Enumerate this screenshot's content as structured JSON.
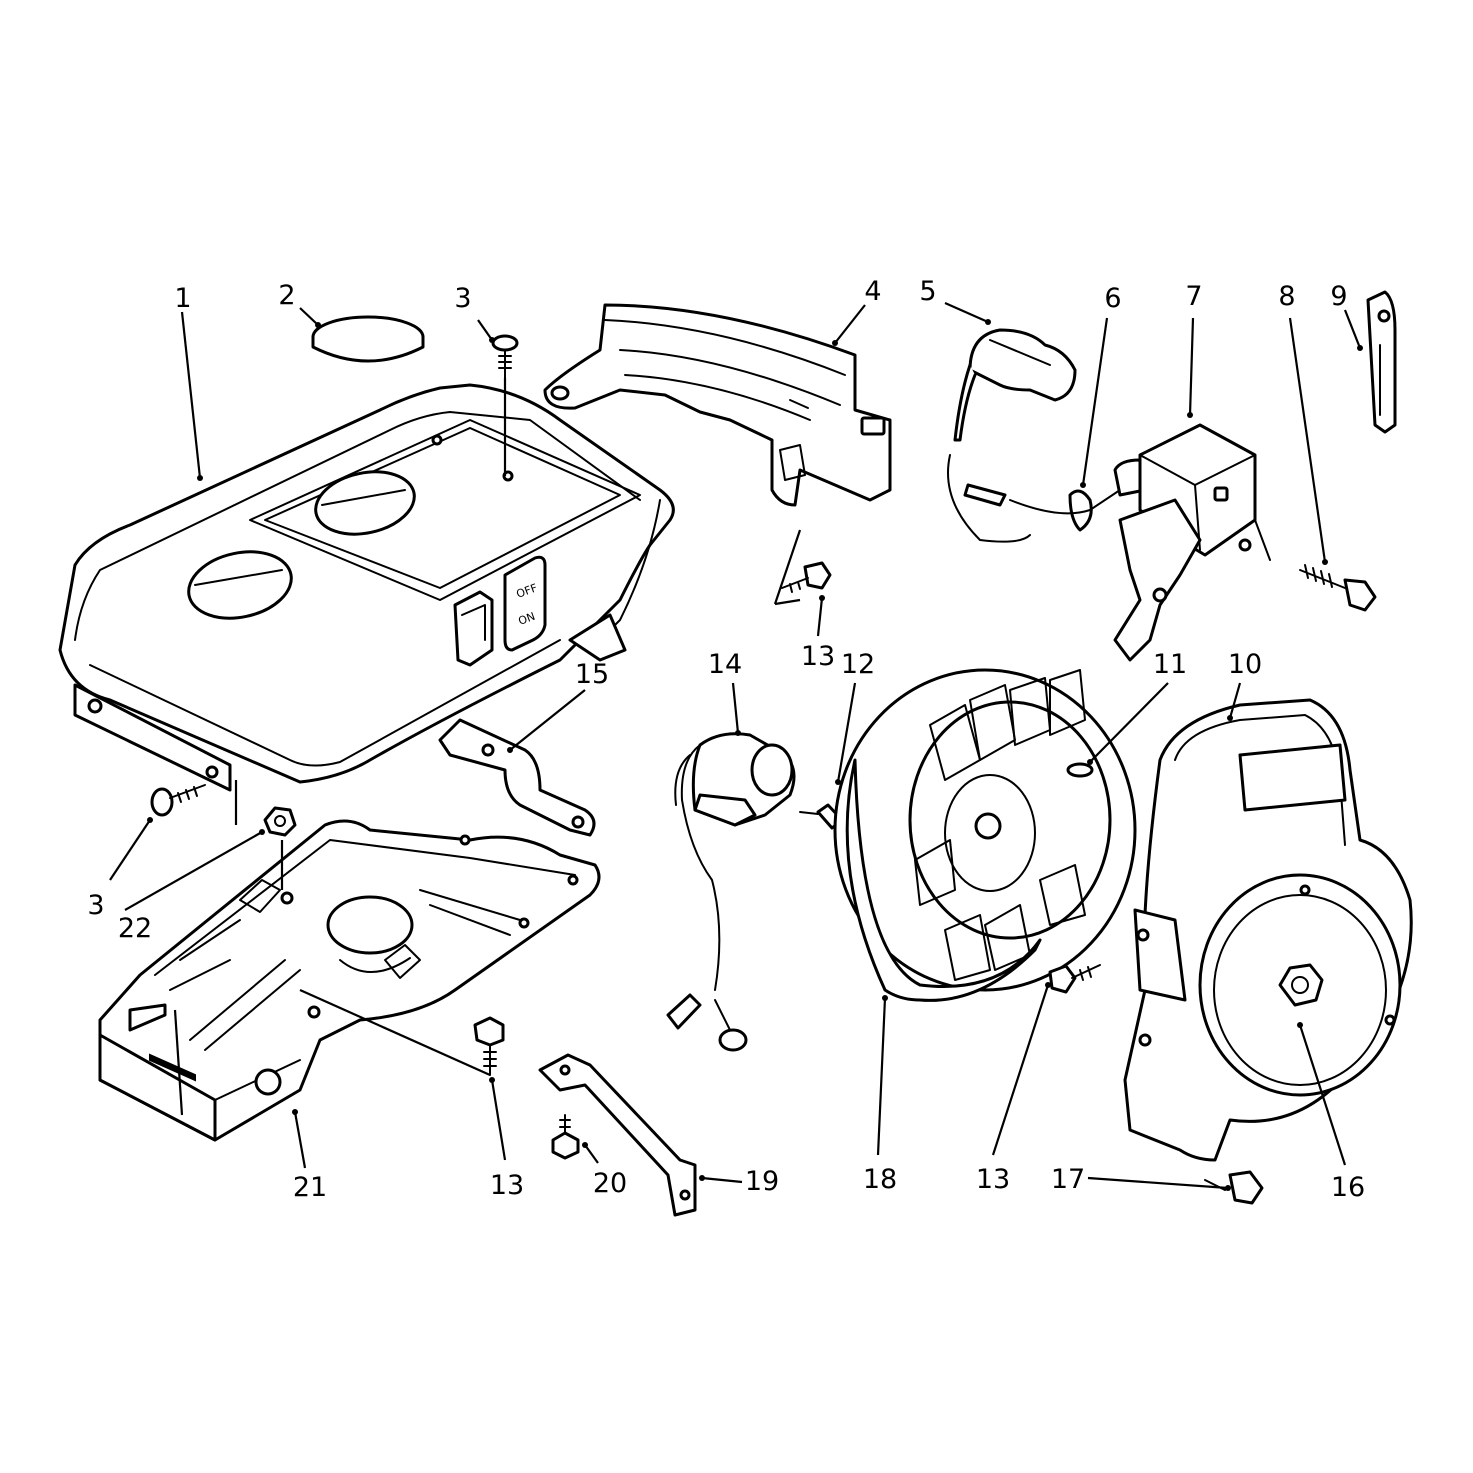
{
  "switch_labels": {
    "off": "OFF",
    "on": "ON"
  },
  "callouts": [
    {
      "id": "c1",
      "text": "1"
    },
    {
      "id": "c2",
      "text": "2"
    },
    {
      "id": "c3a",
      "text": "3"
    },
    {
      "id": "c3b",
      "text": "3"
    },
    {
      "id": "c4",
      "text": "4"
    },
    {
      "id": "c5",
      "text": "5"
    },
    {
      "id": "c6",
      "text": "6"
    },
    {
      "id": "c7",
      "text": "7"
    },
    {
      "id": "c8",
      "text": "8"
    },
    {
      "id": "c9",
      "text": "9"
    },
    {
      "id": "c10",
      "text": "10"
    },
    {
      "id": "c11",
      "text": "11"
    },
    {
      "id": "c12",
      "text": "12"
    },
    {
      "id": "c13a",
      "text": "13"
    },
    {
      "id": "c13b",
      "text": "13"
    },
    {
      "id": "c13c",
      "text": "13"
    },
    {
      "id": "c14",
      "text": "14"
    },
    {
      "id": "c15",
      "text": "15"
    },
    {
      "id": "c16",
      "text": "16"
    },
    {
      "id": "c17",
      "text": "17"
    },
    {
      "id": "c18",
      "text": "18"
    },
    {
      "id": "c19",
      "text": "19"
    },
    {
      "id": "c20",
      "text": "20"
    },
    {
      "id": "c21",
      "text": "21"
    },
    {
      "id": "c22",
      "text": "22"
    }
  ]
}
